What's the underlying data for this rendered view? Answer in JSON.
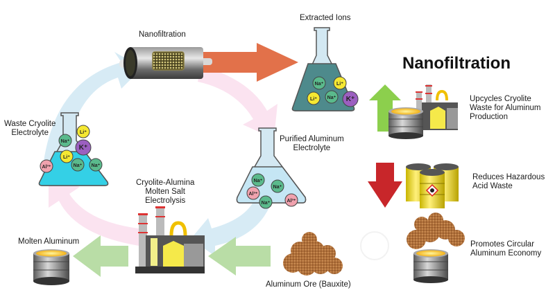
{
  "title": "Nanofiltration",
  "cycle": {
    "nanofiltration_label": "Nanofiltration",
    "extracted_ions_label": "Extracted Ions",
    "waste_electrolyte_label": [
      "Waste Cryolite",
      "Electrolyte"
    ],
    "purified_electrolyte_label": [
      "Purified Aluminum",
      "Electrolyte"
    ],
    "electrolysis_label": [
      "Cryolite-Alumina",
      "Molten Salt",
      "Electrolysis"
    ],
    "molten_aluminum_label": "Molten Aluminum",
    "ore_label": "Aluminum Ore (Bauxite)"
  },
  "flasks": {
    "extracted_ions": [
      "Na⁺",
      "Li⁺",
      "Li⁺",
      "Na⁺",
      "K⁺"
    ],
    "waste": [
      "Li⁺",
      "Na⁺",
      "K⁺",
      "Li⁺",
      "Al³⁺",
      "Na⁺",
      "Na⁺"
    ],
    "purified": [
      "Na⁺",
      "Na⁺",
      "Al³⁺",
      "Na⁺",
      "Al³⁺"
    ]
  },
  "benefits": [
    {
      "text": [
        "Upcycles Cryolite",
        "Waste for Aluminum",
        "Production"
      ],
      "arrow": "up"
    },
    {
      "text": [
        "Reduces Hazardous",
        "Acid Waste"
      ],
      "arrow": "down"
    },
    {
      "text": [
        "Promotes Circular",
        "Aluminum Economy"
      ],
      "arrow": "none"
    }
  ],
  "colors": {
    "orange_arrow": "#e2714a",
    "green_arrow": "#8ccf4d",
    "red_arrow": "#c8262a",
    "light_green_arrow": "#b9dda6",
    "blue_arc": "#d7ebf5",
    "pink_arc": "#fbe0ee",
    "extracted_liquid": "#4e8a8c",
    "waste_liquid": "#34d0e6",
    "purified_liquid": "#c5e6f4",
    "na_ion": "#5aba8c",
    "li_ion": "#f5e832",
    "k_ion": "#9b5fc0",
    "al_ion": "#f0a2ae"
  }
}
